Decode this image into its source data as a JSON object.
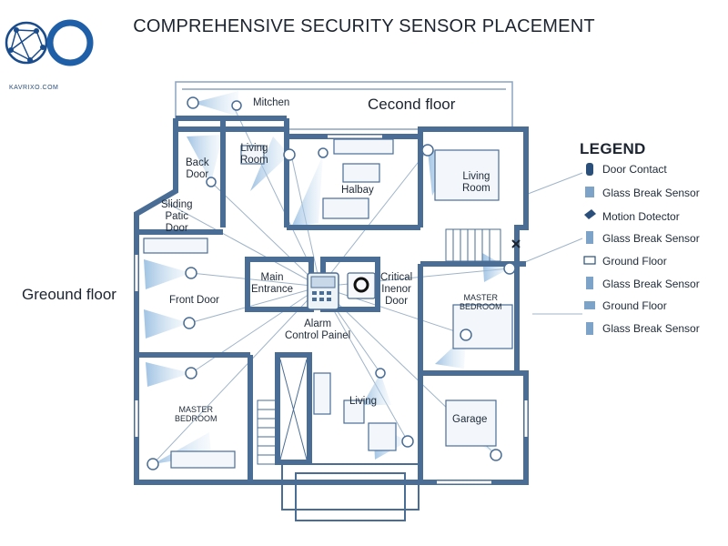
{
  "title": "COMPREHENSIVE SECURITY SENSOR PLACEMENT",
  "brand": "KAVRIXO.COM",
  "floors": {
    "second": "Cecond floor",
    "ground": "Greound floor"
  },
  "rooms": {
    "mitchen": "Mitchen",
    "living_room_top": "Living\nRoom",
    "back_door": "Back\nDoor",
    "halbay": "Halbay",
    "living_room_right": "Living\nRoom",
    "sliding_patio": "Sliding\nPatic\nDoor",
    "main_entrance": "Main\nEntrance",
    "critical_inner": "Critical\nInenor\nDoor",
    "front_door": "Front Door",
    "alarm_panel": "Alarm\nControl Painel",
    "master_bedroom_right": "MASTER\nBEDROOM",
    "master_bedroom_left": "MASTER\nBEDROOM",
    "living_bottom": "Living",
    "garage": "Garage"
  },
  "legend": {
    "title": "LEGEND",
    "items": [
      {
        "label": "Door Contact",
        "icon": "door-contact-icon"
      },
      {
        "label": "Glass Break Sensor",
        "icon": "glass-break-icon"
      },
      {
        "label": "Motion Dotector",
        "icon": "motion-detector-icon"
      },
      {
        "label": "Glass Break Sensor",
        "icon": "glass-break-icon"
      },
      {
        "label": "Ground Floor",
        "icon": "floor-icon"
      },
      {
        "label": "Glass Break Sensor",
        "icon": "glass-break-icon"
      },
      {
        "label": "Ground Floor",
        "icon": "floor-icon"
      },
      {
        "label": "Glass Break Sensor",
        "icon": "glass-break-icon"
      }
    ]
  },
  "colors": {
    "wall": "#4a6d95",
    "sensor_cone": "#9fc4e4",
    "line": "#8aa4bf",
    "accent": "#1f5fa8"
  }
}
